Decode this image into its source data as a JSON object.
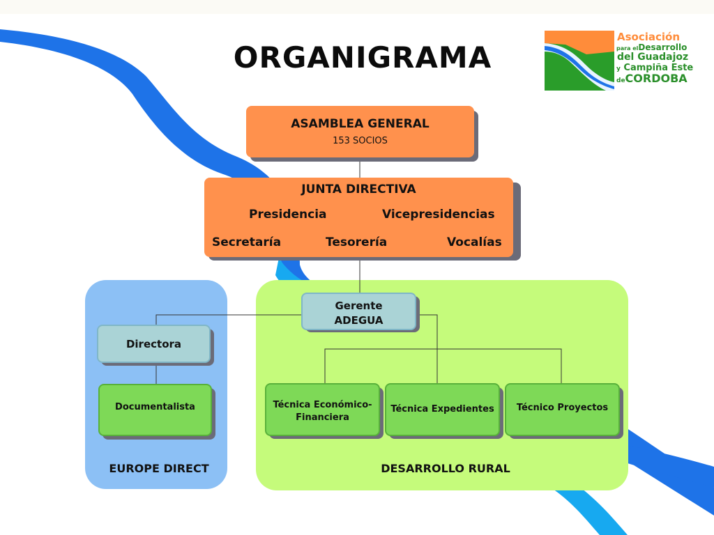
{
  "title": "ORGANIGRAMA",
  "logo": {
    "line1": "Asociación",
    "line2_small": "para el",
    "line2": "Desarrollo",
    "line3": "del Guadajoz",
    "line4_small": "y",
    "line4": "Campiña Este",
    "line5_small": "de",
    "line5": "CORDOBA"
  },
  "asamblea": {
    "title": "ASAMBLEA GENERAL",
    "subtitle": "153 SOCIOS"
  },
  "junta": {
    "title": "JUNTA DIRECTIVA",
    "presidencia": "Presidencia",
    "vicepresidencias": "Vicepresidencias",
    "secretaria": "Secretaría",
    "tesoreria": "Tesorería",
    "vocalias": "Vocalías"
  },
  "gerente": {
    "line1": "Gerente",
    "line2": "ADEGUA"
  },
  "europe_direct": {
    "label": "EUROPE DIRECT",
    "directora": "Directora",
    "documentalista": "Documentalista"
  },
  "desarrollo_rural": {
    "label": "DESARROLLO RURAL",
    "tecnica_economico_l1": "Técnica Económico-",
    "tecnica_economico_l2": "Financiera",
    "tecnica_expedientes": "Técnica Expedientes",
    "tecnico_proyectos": "Técnico Proyectos"
  },
  "colors": {
    "orange": "#ff914d",
    "cyan": "#aad3d6",
    "green": "#7ed957",
    "panel_blue": "#8cc0f5",
    "panel_green": "#c5fb7b",
    "river": "#1e73e8"
  }
}
